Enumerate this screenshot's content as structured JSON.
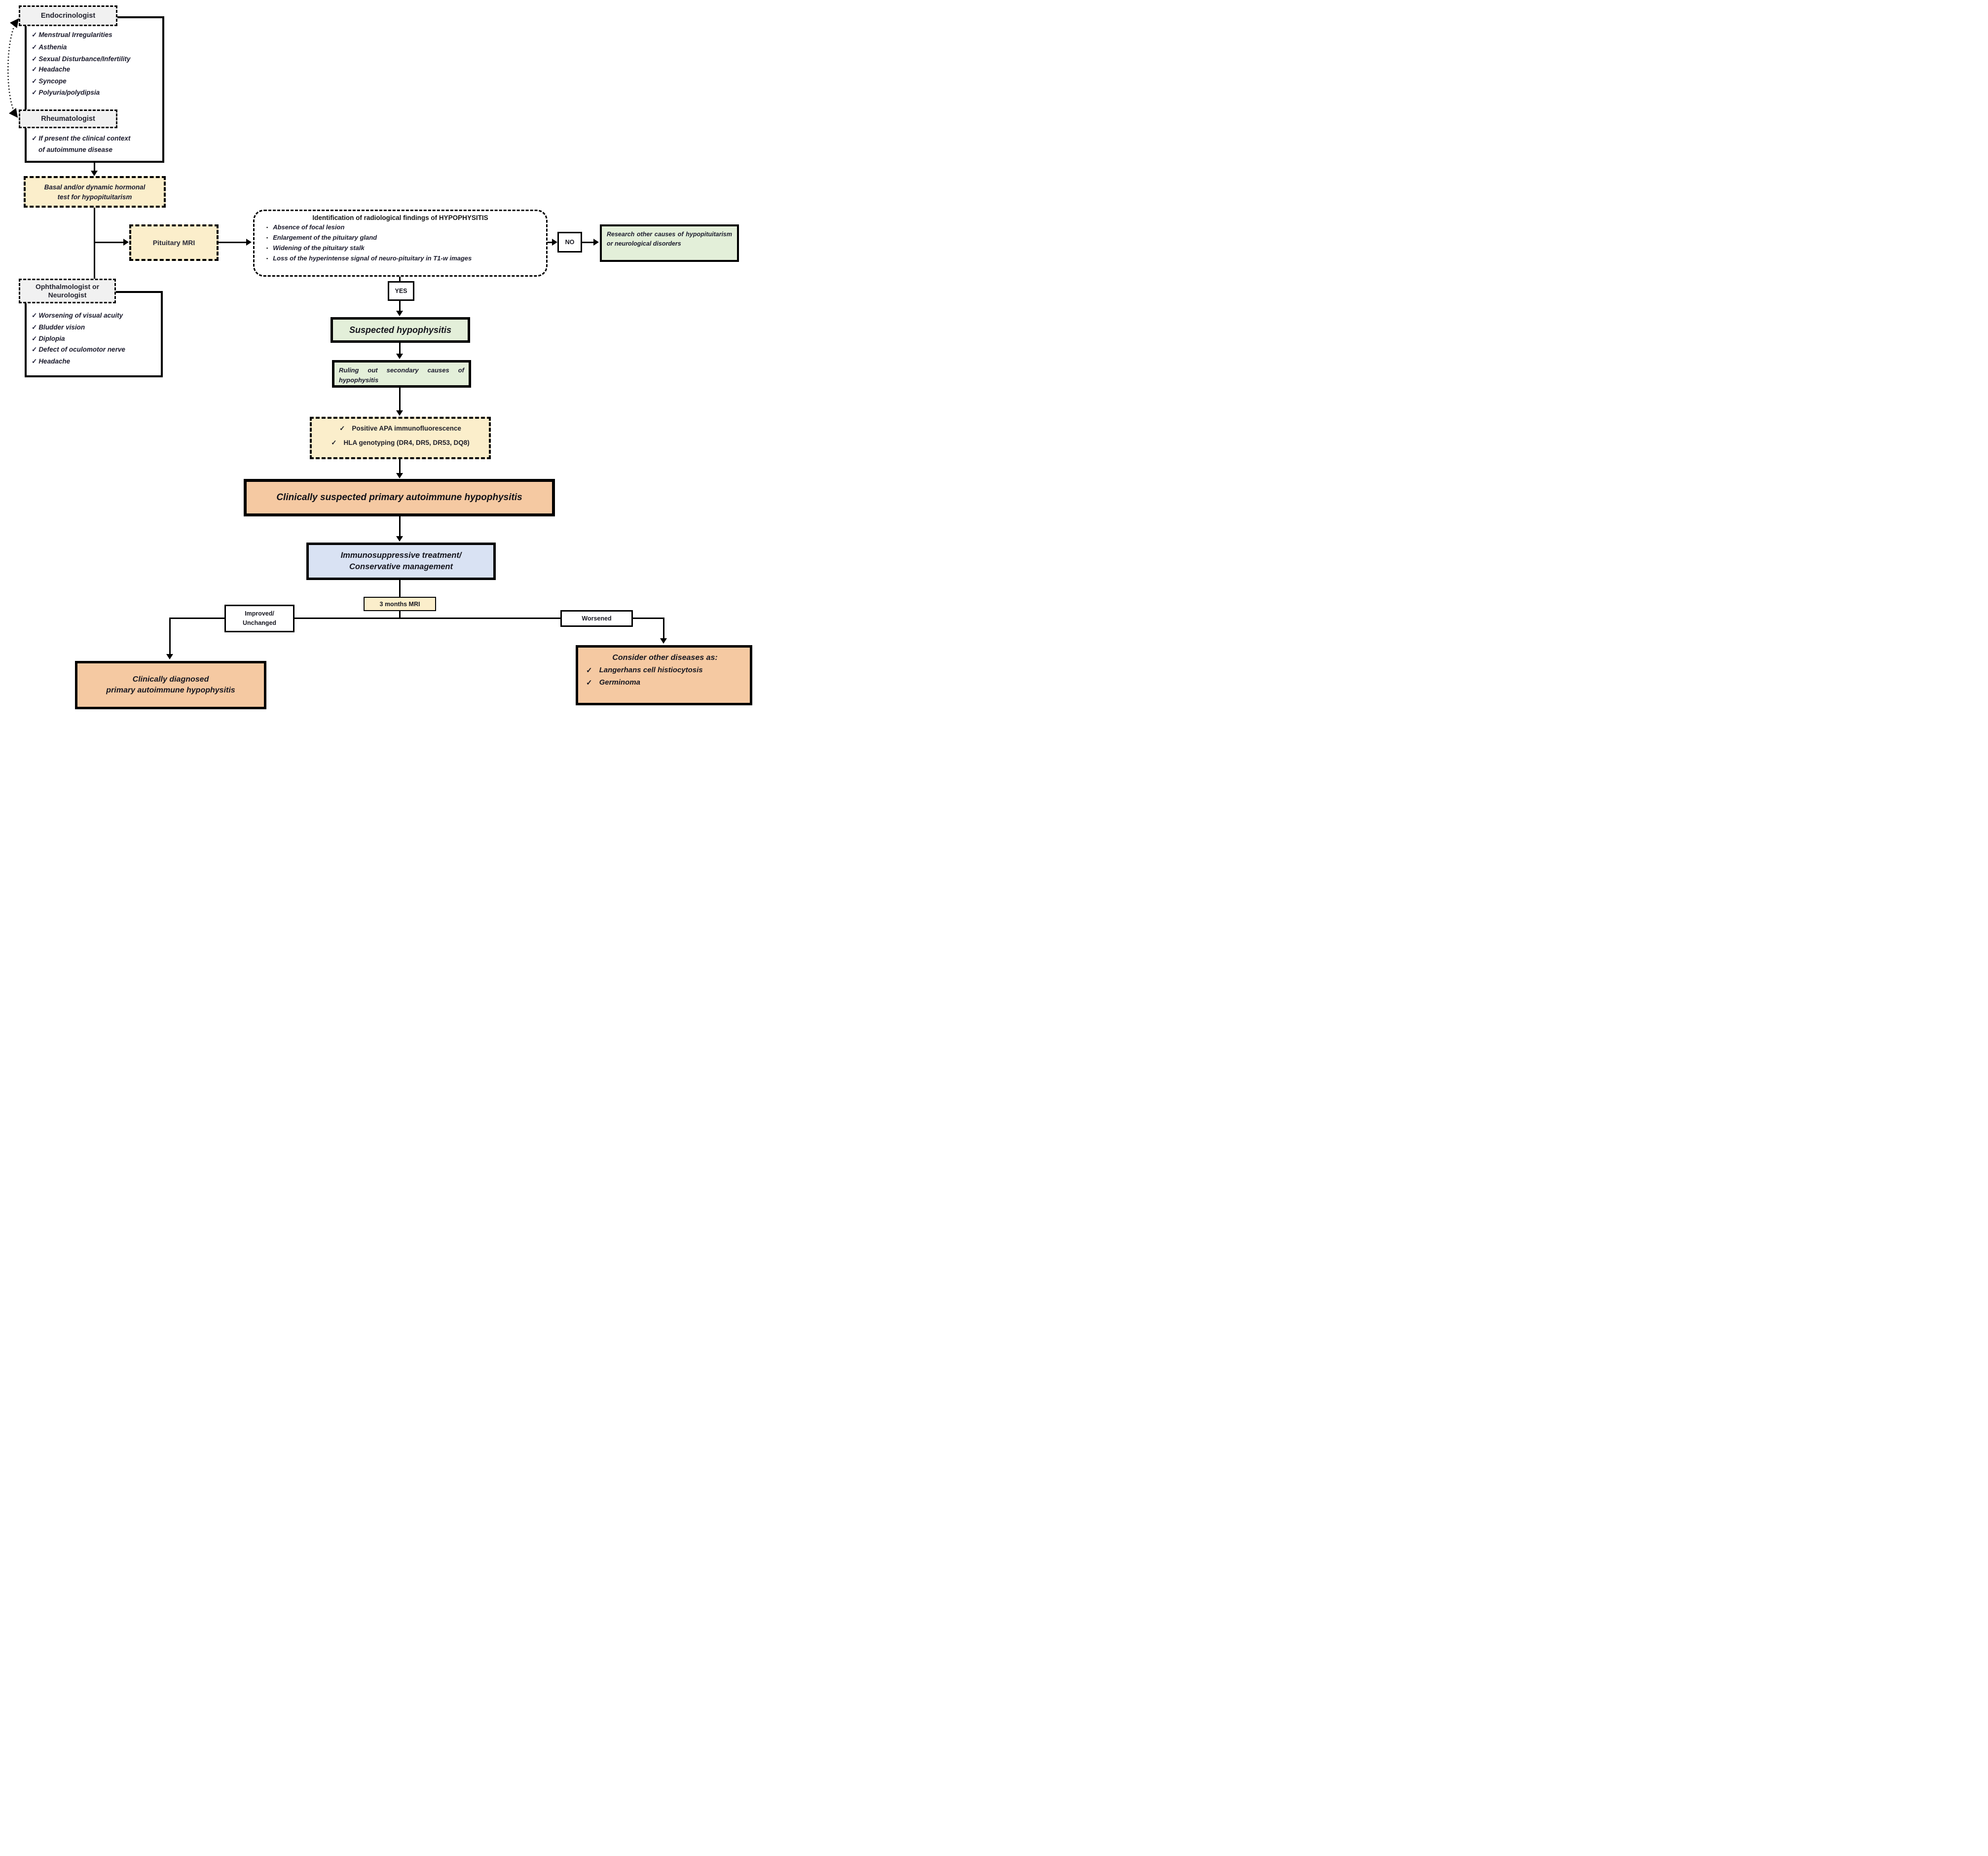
{
  "icons": {
    "check": "✓",
    "bullet": "▪"
  },
  "colors": {
    "cream": "#fbeecb",
    "green": "#e3efd9",
    "peach": "#f5c9a2",
    "blue": "#d9e2f3",
    "label_gray": "#f1f1f1"
  },
  "endocrinologist": {
    "label": "Endocrinologist",
    "symptoms": [
      "Menstrual Irregularities",
      "Asthenia",
      "Sexual Disturbance/Infertility",
      "Headache",
      "Syncope",
      "Polyuria/polydipsia"
    ]
  },
  "rheumatologist": {
    "label": "Rheumatologist",
    "note_line1": "If present the clinical context",
    "note_line2": "of autoimmune disease"
  },
  "basal": {
    "line1": "Basal and/or dynamic hormonal",
    "line2": "test for hypopituitarism"
  },
  "mri": {
    "label": "Pituitary MRI"
  },
  "findings": {
    "title": "Identification of radiological findings of HYPOPHYSITIS",
    "items": [
      "Absence of focal lesion",
      "Enlargement of the pituitary gland",
      "Widening of the pituitary stalk",
      "Loss of the hyperintense signal of neuro-pituitary in T1-w images"
    ]
  },
  "no_label": "NO",
  "research": {
    "text": "Research other causes of hypopituitarism or neurological disorders"
  },
  "ophthalmologist": {
    "label_line1": "Ophthalmologist  or",
    "label_line2": "Neurologist",
    "symptoms": [
      "Worsening of visual acuity",
      "Bludder vision",
      "Diplopia",
      "Defect of oculomotor nerve",
      "Headache"
    ]
  },
  "yes_label": "YES",
  "suspected": {
    "label": "Suspected hypophysitis"
  },
  "ruling": {
    "text": "Ruling out secondary causes of hypophysitis"
  },
  "apa": {
    "items": [
      "Positive APA immunofluorescence",
      "HLA genotyping (DR4, DR5, DR53, DQ8)"
    ]
  },
  "clinically_suspected": {
    "label": "Clinically suspected primary autoimmune hypophysitis"
  },
  "treatment": {
    "line1": "Immunosuppressive treatment/",
    "line2": "Conservative management"
  },
  "mri_followup": {
    "label": "3 months MRI"
  },
  "improved": {
    "line1": "Improved/",
    "line2": "Unchanged"
  },
  "worsened": {
    "label": "Worsened"
  },
  "diagnosed": {
    "line1": "Clinically diagnosed",
    "line2": "primary autoimmune hypophysitis"
  },
  "consider": {
    "title": "Consider other diseases as:",
    "items": [
      "Langerhans cell histiocytosis",
      "Germinoma"
    ]
  }
}
